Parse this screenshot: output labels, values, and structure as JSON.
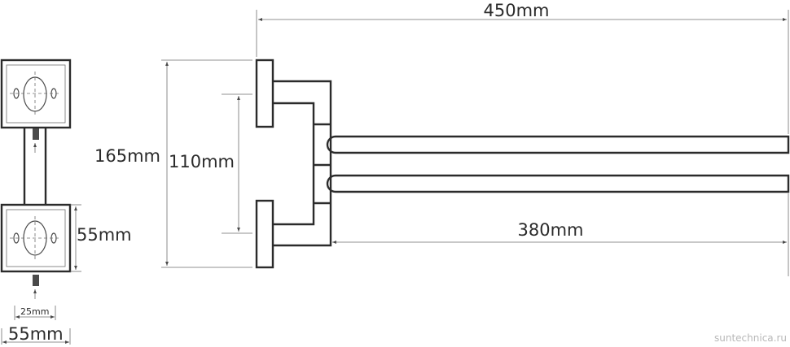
{
  "dimensions": {
    "total_length": "450mm",
    "bar_length": "380mm",
    "overall_height": "165mm",
    "flange_spacing": "110mm",
    "flange_side": "55mm",
    "flange_width": "55mm",
    "rod_width": "25mm"
  },
  "watermark": "suntechnica.ru"
}
